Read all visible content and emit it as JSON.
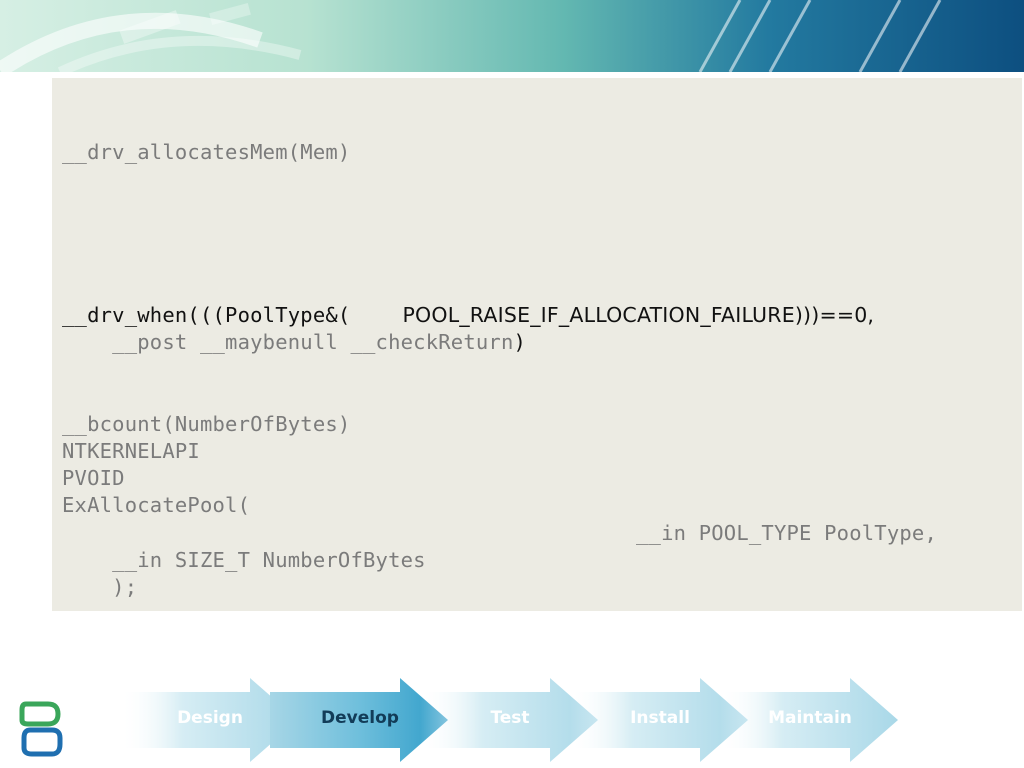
{
  "code": {
    "line1": "__drv_allocatesMem(Mem)",
    "line2_a": "__drv_when(((PoolType&(",
    "line2_b": "POOL_RAISE_IF_ALLOCATION_FAILURE)))==0,",
    "line3_a": "    __post __maybenull __checkReturn",
    "line3_b": ")",
    "line4": "__bcount(NumberOfBytes)",
    "line5": "NTKERNELAPI",
    "line6": "PVOID",
    "line7": "ExAllocatePool(",
    "line8": "__in POOL_TYPE PoolType,",
    "line9": "    __in SIZE_T NumberOfBytes",
    "line10": "    );"
  },
  "process": {
    "steps": [
      {
        "label": "Design",
        "active": false
      },
      {
        "label": "Develop",
        "active": true
      },
      {
        "label": "Test",
        "active": false
      },
      {
        "label": "Install",
        "active": false
      },
      {
        "label": "Maintain",
        "active": false
      }
    ]
  },
  "colors": {
    "panel_bg": "#ecebe3",
    "code_gray": "#7b7b7b",
    "code_dark": "#111111",
    "arrow_light": "#bfe3ee",
    "arrow_active": "#3aa7cf"
  }
}
